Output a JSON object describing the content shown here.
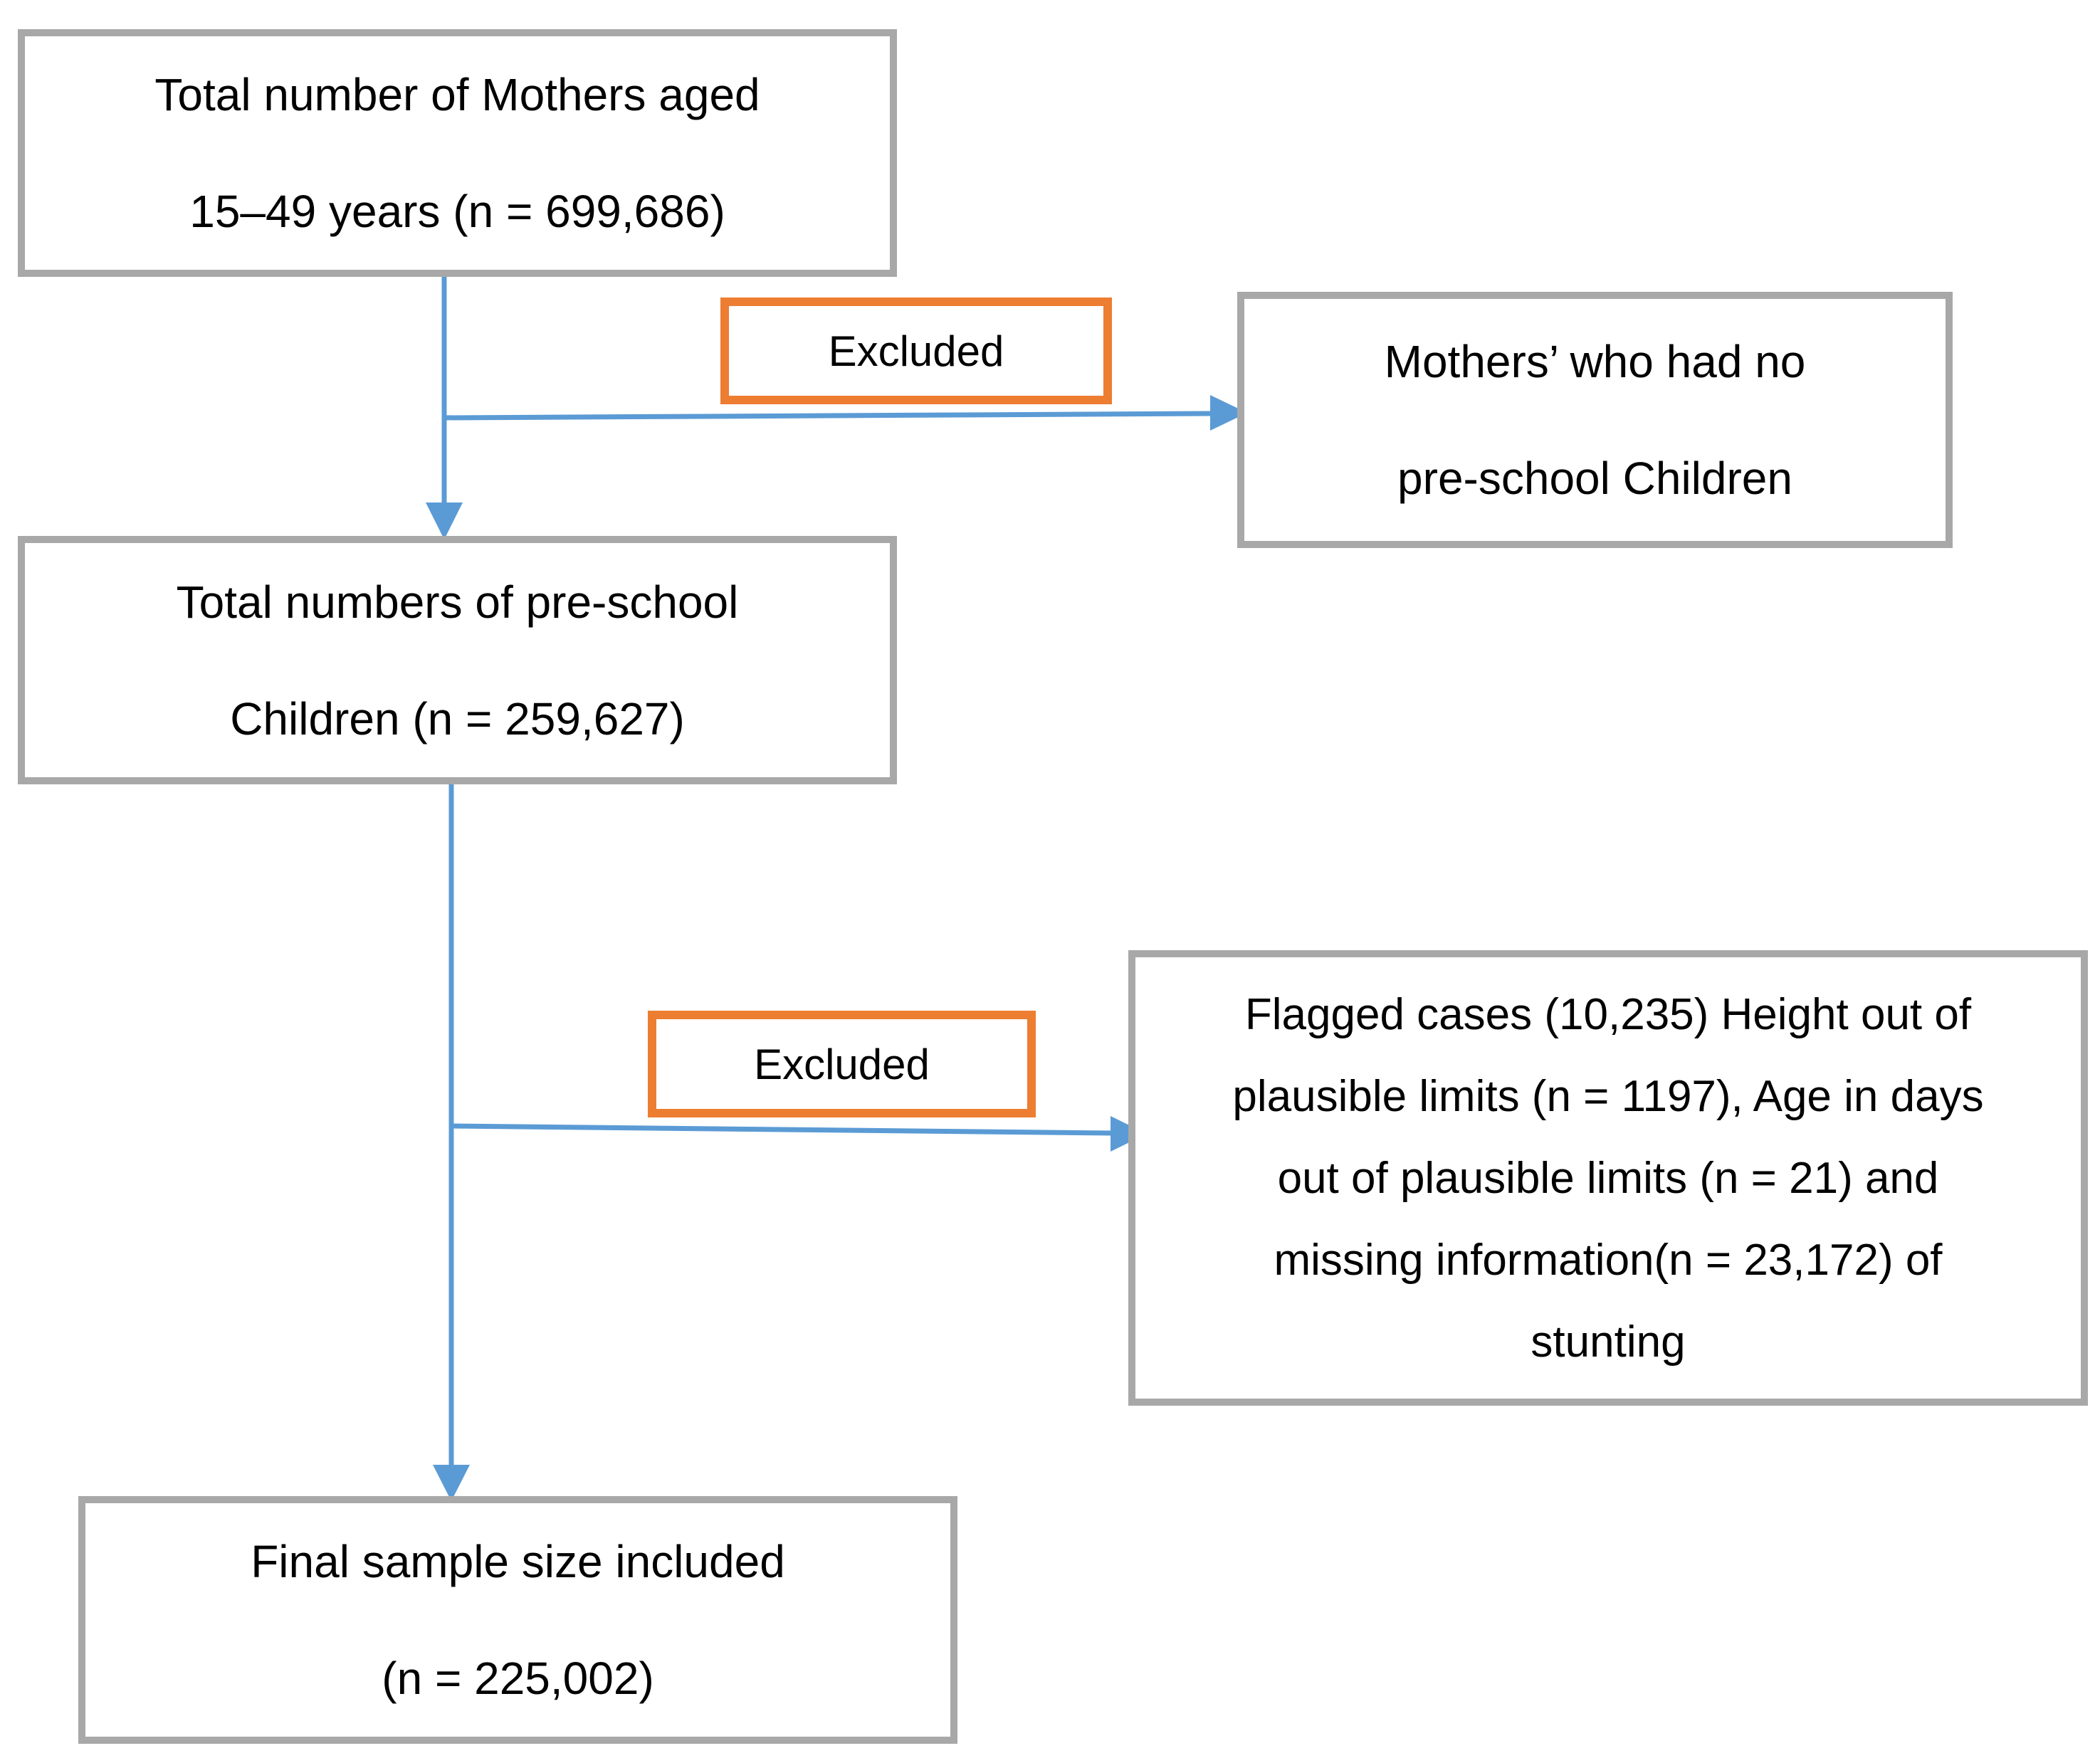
{
  "colors": {
    "box_border": "#a8a8a8",
    "excluded_border": "#ed7d31",
    "connector": "#5b9bd5",
    "text": "#000000",
    "background": "#ffffff"
  },
  "nodes": {
    "total_mothers": {
      "lines": [
        "Total number of Mothers aged",
        "15–49 years (n = 699,686)"
      ]
    },
    "excluded_mothers": {
      "label": "Excluded"
    },
    "no_preschool_children": {
      "lines": [
        "Mothers’ who had no",
        "pre-school Children"
      ]
    },
    "total_preschool_children": {
      "lines": [
        "Total numbers of pre-school",
        "Children (n = 259,627)"
      ]
    },
    "excluded_flagged": {
      "label": "Excluded"
    },
    "flagged_cases": {
      "lines": [
        "Flagged cases (10,235) Height out of",
        "plausible limits (n = 1197), Age in days",
        "out of plausible limits (n = 21) and",
        "missing information(n = 23,172) of",
        "stunting"
      ]
    },
    "final_sample": {
      "lines": [
        "Final sample size included",
        "(n = 225,002)"
      ]
    }
  }
}
